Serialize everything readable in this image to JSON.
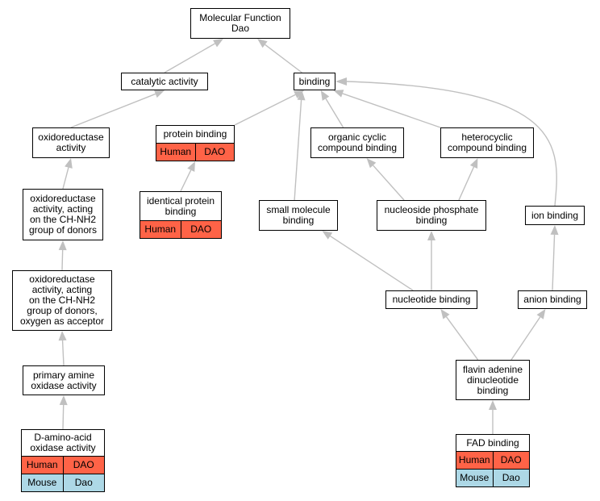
{
  "nodes": {
    "mf": "Molecular Function\nDao",
    "catalytic": "catalytic activity",
    "binding": "binding",
    "oxidoreductase": "oxidoreductase\nactivity",
    "protein_binding": "protein binding",
    "organic_cyclic": "organic cyclic\ncompound binding",
    "heterocyclic": "heterocyclic\ncompound binding",
    "ox_ch_nh2": "oxidoreductase\nactivity, acting\non the CH-NH2\ngroup of donors",
    "identical_protein": "identical protein\nbinding",
    "small_molecule": "small molecule\nbinding",
    "nucleoside_phosphate": "nucleoside phosphate\nbinding",
    "ion_binding": "ion binding",
    "ox_oxygen": "oxidoreductase\nactivity, acting\non the CH-NH2\ngroup of donors,\noxygen as acceptor",
    "nucleotide": "nucleotide binding",
    "anion": "anion binding",
    "primary_amine": "primary amine\noxidase activity",
    "fad_dinucleotide": "flavin adenine\ndinucleotide\nbinding",
    "d_amino": "D-amino-acid\noxidase activity",
    "fad": "FAD binding"
  },
  "annotations": {
    "protein_binding": {
      "human": [
        "Human",
        "DAO"
      ]
    },
    "identical_protein": {
      "human": [
        "Human",
        "DAO"
      ]
    },
    "d_amino": {
      "human": [
        "Human",
        "DAO"
      ],
      "mouse": [
        "Mouse",
        "Dao"
      ]
    },
    "fad": {
      "human": [
        "Human",
        "DAO"
      ],
      "mouse": [
        "Mouse",
        "Dao"
      ]
    }
  },
  "edges": [
    [
      "catalytic",
      "mf"
    ],
    [
      "binding",
      "mf"
    ],
    [
      "oxidoreductase",
      "catalytic"
    ],
    [
      "protein_binding",
      "binding"
    ],
    [
      "organic_cyclic",
      "binding"
    ],
    [
      "heterocyclic",
      "binding"
    ],
    [
      "small_molecule",
      "binding"
    ],
    [
      "ion_binding",
      "binding"
    ],
    [
      "ox_ch_nh2",
      "oxidoreductase"
    ],
    [
      "identical_protein",
      "protein_binding"
    ],
    [
      "nucleoside_phosphate",
      "organic_cyclic"
    ],
    [
      "nucleoside_phosphate",
      "heterocyclic"
    ],
    [
      "ox_oxygen",
      "ox_ch_nh2"
    ],
    [
      "nucleotide",
      "small_molecule"
    ],
    [
      "nucleotide",
      "nucleoside_phosphate"
    ],
    [
      "anion",
      "ion_binding"
    ],
    [
      "primary_amine",
      "ox_oxygen"
    ],
    [
      "fad_dinucleotide",
      "nucleotide"
    ],
    [
      "fad_dinucleotide",
      "anion"
    ],
    [
      "d_amino",
      "primary_amine"
    ],
    [
      "fad",
      "fad_dinucleotide"
    ]
  ],
  "colors": {
    "human": "#ff6347",
    "mouse": "#add8e6",
    "edge": "#c0c0c0"
  }
}
